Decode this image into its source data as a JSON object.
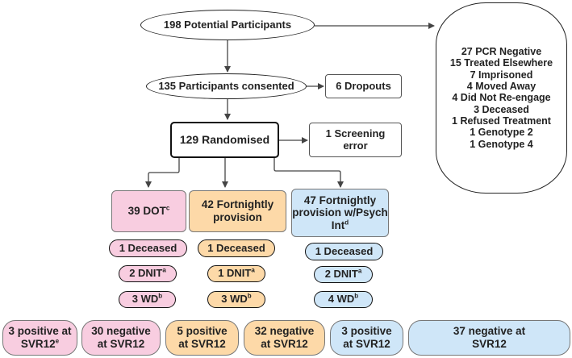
{
  "colors": {
    "pink": "#f8cde0",
    "orange": "#fdd9a8",
    "blue": "#cfe6f8"
  },
  "nodes": {
    "potential": "198 Potential Participants",
    "consented": "135 Participants consented",
    "dropouts": "6 Dropouts",
    "randomised": "129 Randomised",
    "screening_error": "1 Screening error"
  },
  "exclusions": [
    "27 PCR Negative",
    "15 Treated Elsewhere",
    "7 Imprisoned",
    "4 Moved Away",
    "4 Did Not Re-engage",
    "3 Deceased",
    "1 Refused Treatment",
    "1 Genotype 2",
    "1 Genotype 4"
  ],
  "arms": [
    {
      "label": "39 DOT",
      "sup": "c",
      "deceased": "1 Deceased",
      "dnit": "2 DNIT",
      "dnit_sup": "a",
      "wd": "3 WD",
      "wd_sup": "b",
      "positive": "3 positive at SVR12",
      "positive_sup": "e",
      "negative": "30 negative at SVR12"
    },
    {
      "label": "42 Fortnightly provision",
      "sup": "",
      "deceased": "1 Deceased",
      "dnit": "1 DNIT",
      "dnit_sup": "a",
      "wd": "3 WD",
      "wd_sup": "b",
      "positive": "5 positive at SVR12",
      "positive_sup": "",
      "negative": "32 negative at SVR12"
    },
    {
      "label": "47 Fortnightly provision w/Psych Int",
      "sup": "d",
      "deceased": "1 Deceased",
      "dnit": "2 DNIT",
      "dnit_sup": "a",
      "wd": "4 WD",
      "wd_sup": "b",
      "positive": "3 positive at SVR12",
      "positive_sup": "",
      "negative": "37 negative at SVR12"
    }
  ]
}
